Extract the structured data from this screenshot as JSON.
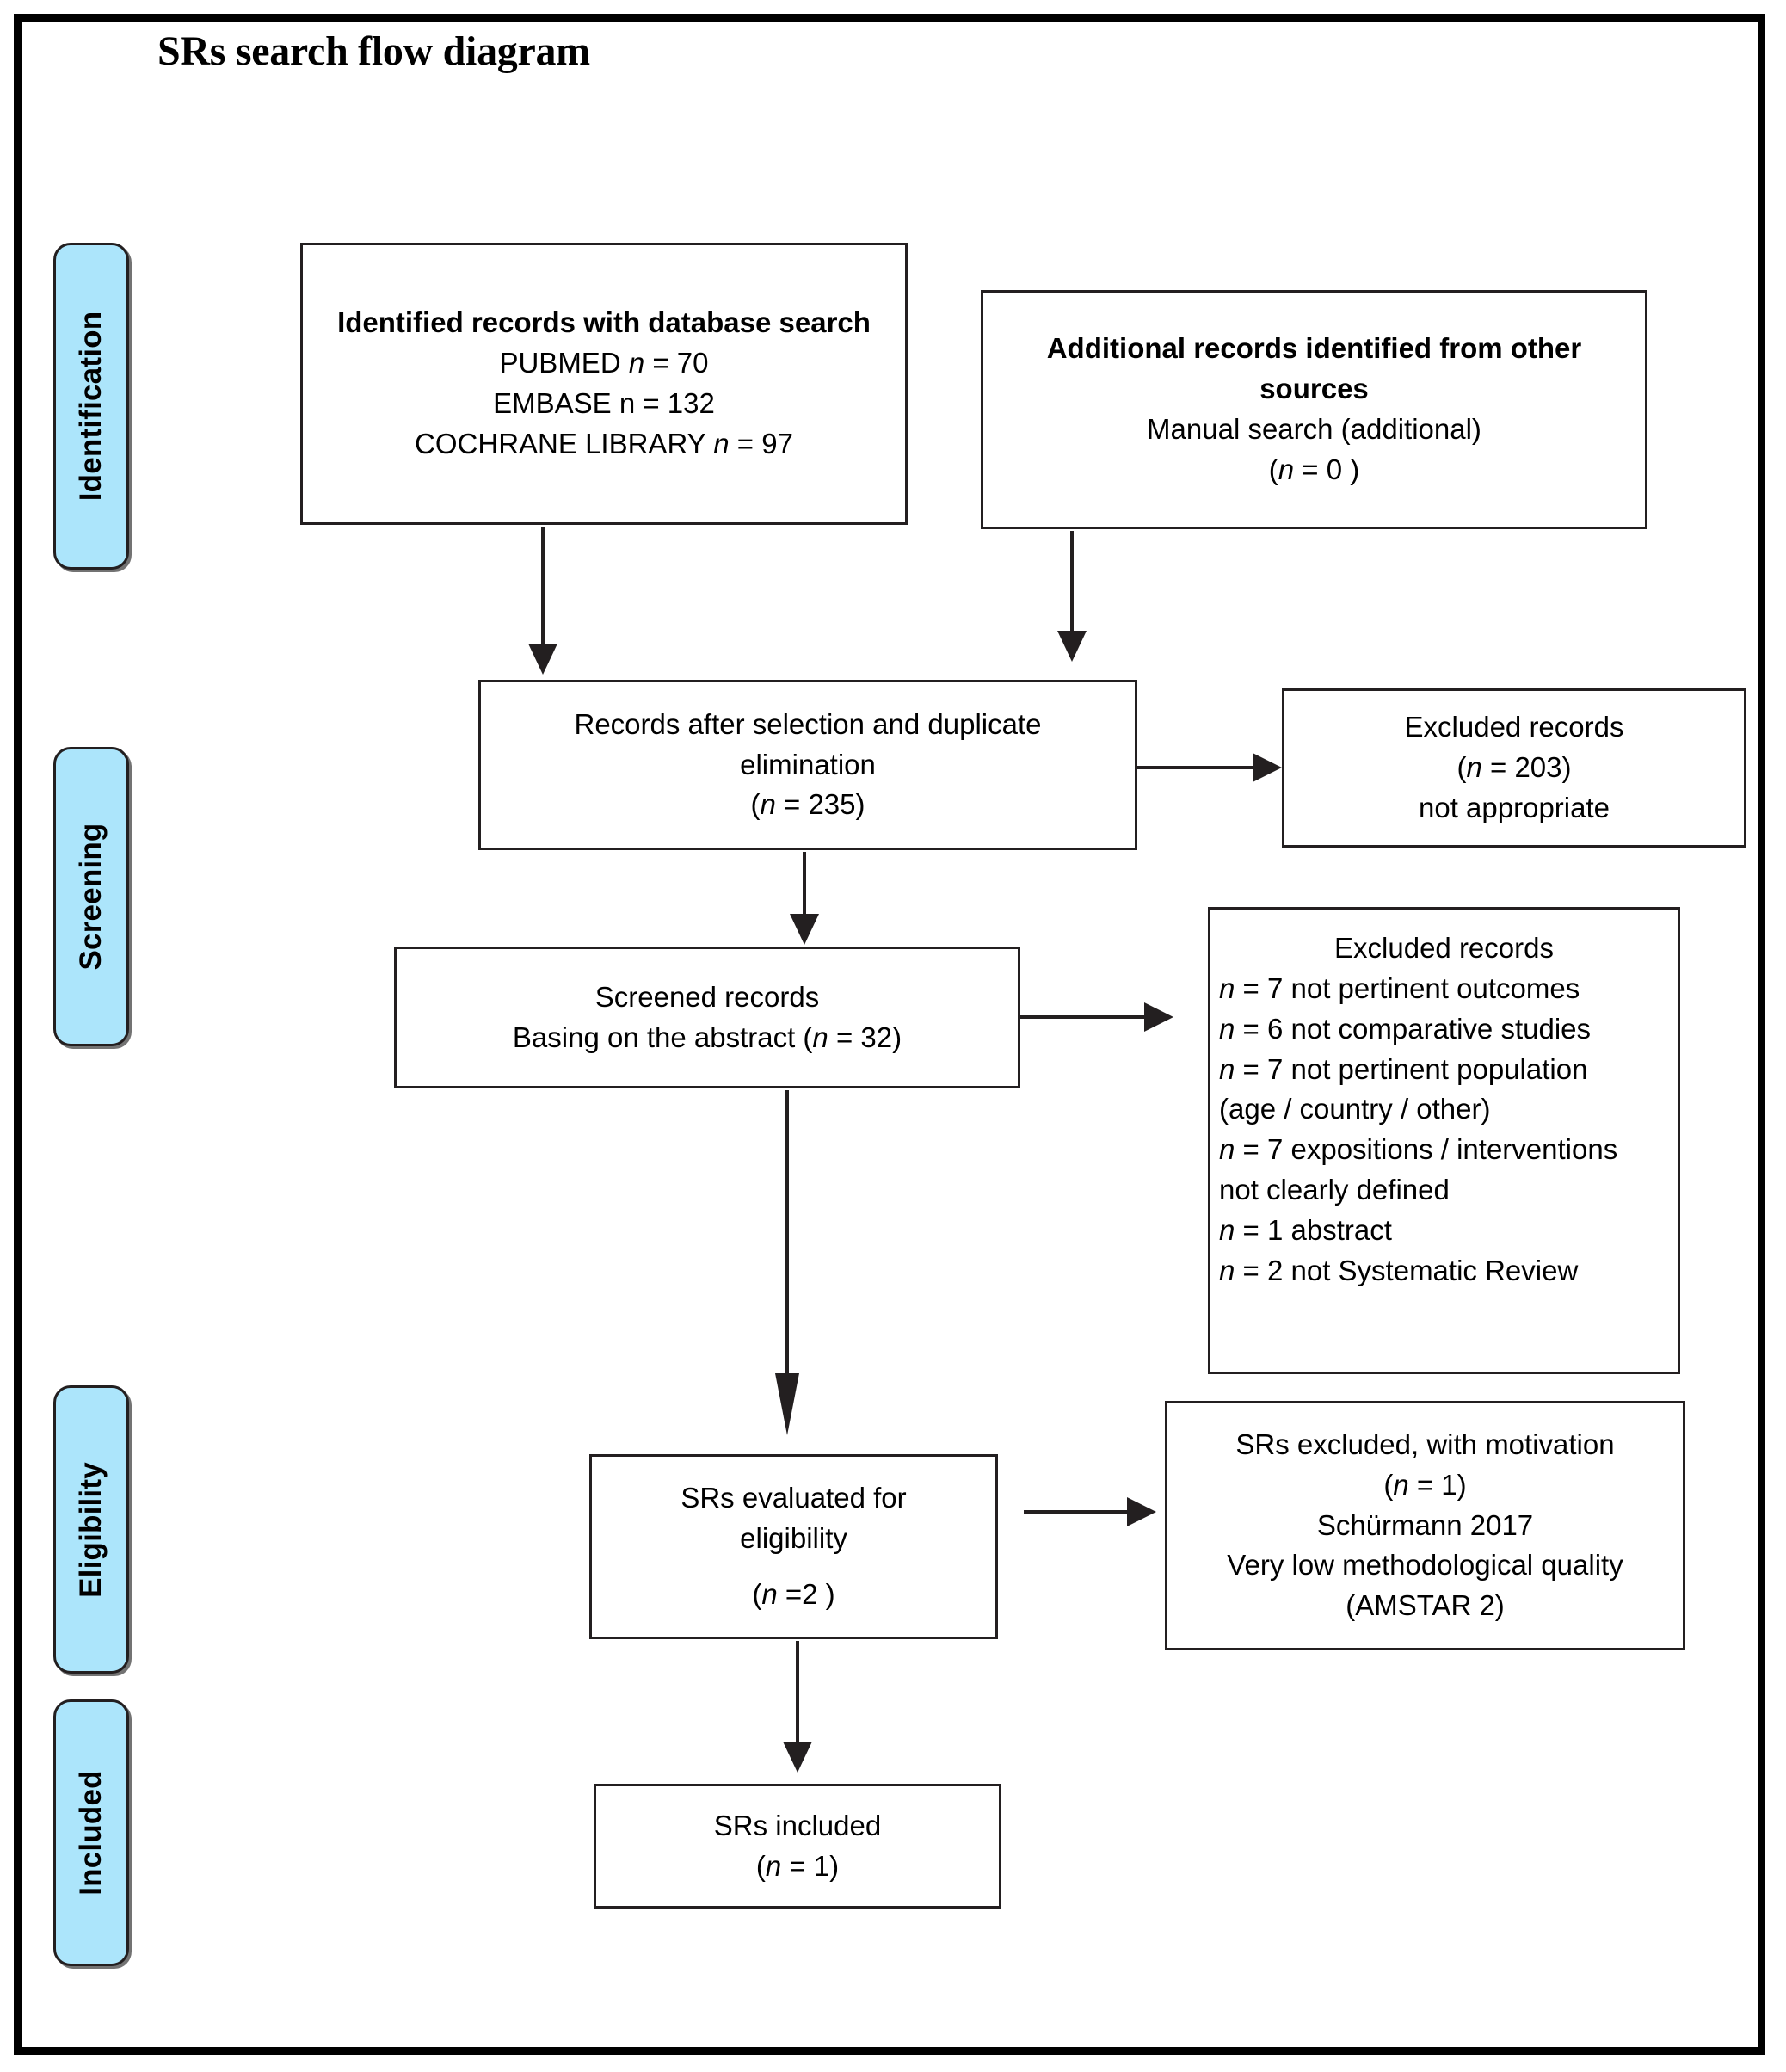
{
  "title": "SRs search flow diagram",
  "colors": {
    "stage_tab_fill": "#ace5fb",
    "stroke": "#231f20",
    "background": "#ffffff"
  },
  "stages": [
    {
      "id": "identification",
      "label": "Identification"
    },
    {
      "id": "screening",
      "label": "Screening"
    },
    {
      "id": "eligibility",
      "label": "Eligibility"
    },
    {
      "id": "included",
      "label": "Included"
    }
  ],
  "boxes": {
    "identified_records": {
      "name": "Identified records with database search",
      "lines": [
        "Identified records with database search",
        "PUBMED n = 70",
        "EMBASE n = 132",
        "COCHRANE LIBRARY n = 97"
      ],
      "heading": "Identified records with database search",
      "pubmed_label": "PUBMED",
      "pubmed_n": "n",
      "pubmed_value": " = 70",
      "embase_label": "EMBASE n = 132",
      "cochrane_label": "COCHRANE LIBRARY ",
      "cochrane_n": "n",
      "cochrane_value": " = 97"
    },
    "additional_records": {
      "heading_line1": "Additional records identified from other",
      "heading_line2": "sources",
      "manual_search": "Manual search (additional)",
      "count_open": "(",
      "count_n": "n",
      "count_value": " = 0 )"
    },
    "records_after_dedup": {
      "line1": "Records after selection and duplicate",
      "line2": "elimination",
      "count_open": "(",
      "count_n": "n",
      "count_value": " = 235)"
    },
    "excluded_203": {
      "line1": "Excluded records",
      "count_open": "(",
      "count_n": "n",
      "count_value": " = 203)",
      "line3": "not appropriate"
    },
    "screened_records": {
      "line1": "Screened records",
      "line2_prefix": "Basing on the abstract (",
      "line2_n": "n",
      "line2_suffix": " = 32)"
    },
    "excluded_reasons": {
      "heading": "Excluded records",
      "items": [
        {
          "n": "n",
          "text": " = 7  not pertinent outcomes"
        },
        {
          "n": "n",
          "text": " = 6  not comparative studies"
        },
        {
          "n": "n",
          "text": " =  7 not pertinent population"
        },
        {
          "n": "",
          "text": "(age / country / other)"
        },
        {
          "n": "n",
          "text": " =   7 expositions / interventions"
        },
        {
          "n": "",
          "text": "not clearly defined"
        },
        {
          "n": "n",
          "text": " =  1 abstract"
        },
        {
          "n": "n",
          "text": " =  2 not Systematic Review"
        }
      ]
    },
    "srs_eligibility": {
      "line1": "SRs evaluated for",
      "line2": "eligibility",
      "count_open": "(",
      "count_n": "n",
      "count_value": " =2 )"
    },
    "srs_excluded": {
      "line1": "SRs excluded, with motivation",
      "count_open": "(",
      "count_n": "n",
      "count_value": " = 1)",
      "line3": "Schürmann 2017",
      "line4": "Very low methodological quality",
      "line5": "(AMSTAR 2)"
    },
    "srs_included": {
      "line1": "SRs included",
      "count_open": "(",
      "count_n": "n",
      "count_value": " = 1)"
    }
  }
}
